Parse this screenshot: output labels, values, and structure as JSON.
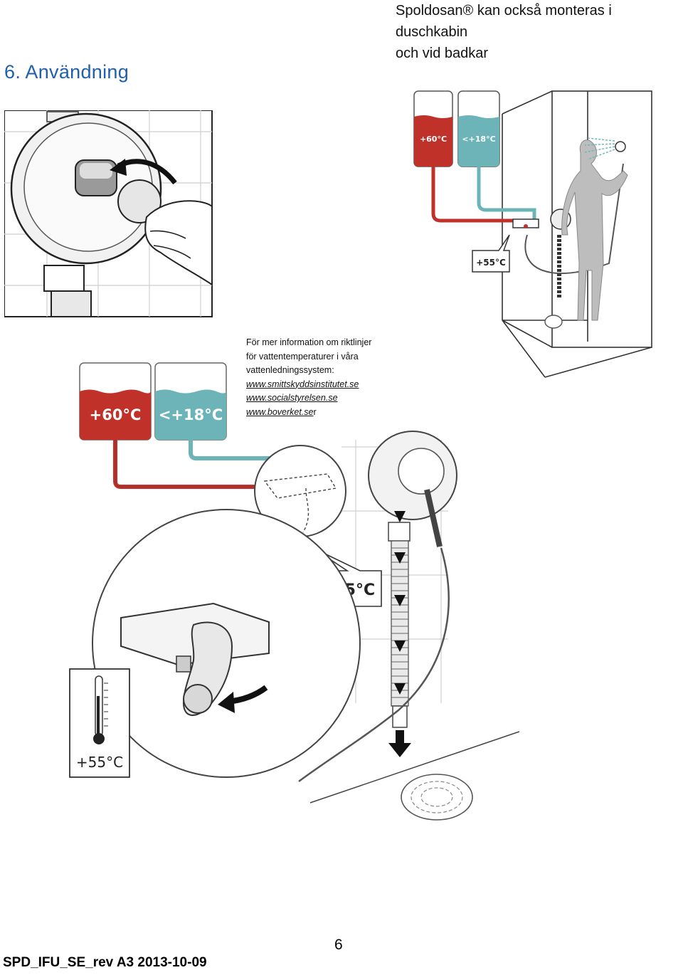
{
  "header": {
    "line1": "Spoldosan® kan också monteras i duschkabin",
    "line2": "och vid badkar"
  },
  "section_title": "6.  Användning",
  "info": {
    "line1": "För mer information om riktlinjer",
    "line2": "för vattentemperaturer i våra",
    "line3": "vattenledningssystem:",
    "link1": "www.smittskyddsinstitutet.se",
    "link2": "www.socialstyrelsen.se",
    "link3": "www.boverket.se",
    "link3_suffix": "r"
  },
  "illustration_labels": {
    "hot_tank": "+60°C",
    "cold_tank": "<+18°C",
    "mixed_temp": "+55°C",
    "thermometer_temp": "+55°C"
  },
  "colors": {
    "hot": "#c0312a",
    "cold": "#6cb4b8",
    "title": "#1f5fae"
  },
  "page_number": "6",
  "footer": "SPD_IFU_SE_rev A3 2013-10-09"
}
